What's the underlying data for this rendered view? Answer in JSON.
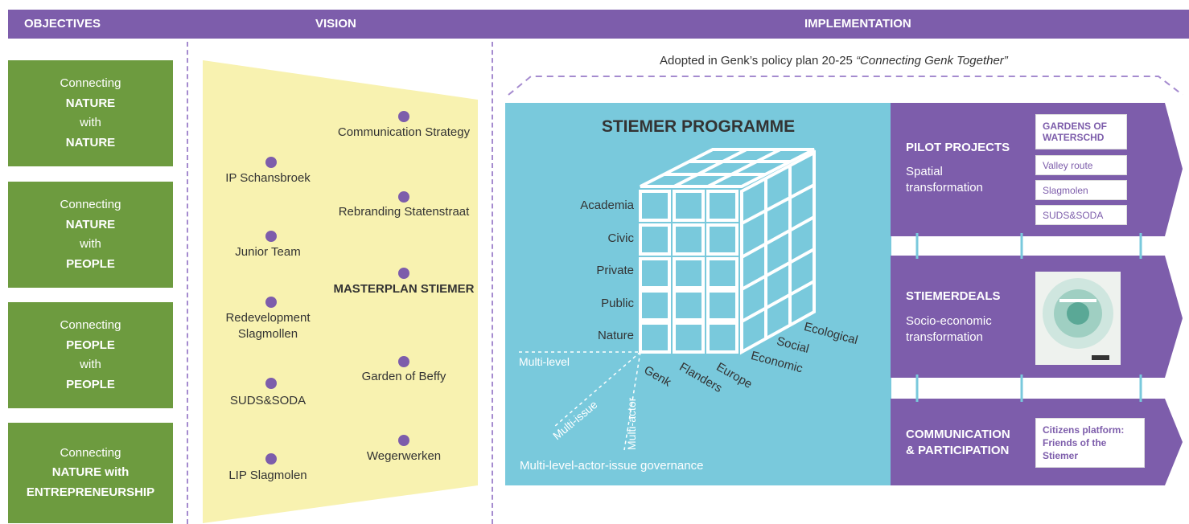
{
  "header": {
    "objectives": "OBJECTIVES",
    "vision": "VISION",
    "implementation": "IMPLEMENTATION"
  },
  "adopted": {
    "prefix": "Adopted in Genk’s policy plan 20-25 ",
    "quote": "“Connecting Genk Together”"
  },
  "objectives": [
    {
      "l1": "Connecting",
      "l2": "NATURE",
      "l3": "with",
      "l4": "NATURE"
    },
    {
      "l1": "Connecting",
      "l2": "NATURE",
      "l3": "with",
      "l4": "PEOPLE"
    },
    {
      "l1": "Connecting",
      "l2": "PEOPLE",
      "l3": "with",
      "l4": "PEOPLE"
    },
    {
      "l1": "Connecting",
      "l2": "NATURE with",
      "l3": "ENTREPRENEURSHIP"
    }
  ],
  "vision_left": [
    {
      "label": "IP Schansbroek"
    },
    {
      "label": "Junior Team"
    },
    {
      "label": "Redevelopment Slagmollen"
    },
    {
      "label": "SUDS&SODA"
    },
    {
      "label": "LIP Slagmolen"
    }
  ],
  "vision_right": [
    {
      "label": "Communication Strategy"
    },
    {
      "label": "Rebranding Statenstraat"
    },
    {
      "label": "MASTERPLAN STIEMER"
    },
    {
      "label": "Garden of Beffy"
    },
    {
      "label": "Wegerwerken"
    }
  ],
  "programme": {
    "title": "STIEMER PROGRAMME",
    "actors": [
      "Academia",
      "Civic",
      "Private",
      "Public",
      "Nature"
    ],
    "levels": [
      "Genk",
      "Flanders",
      "Europe"
    ],
    "issues": [
      "Economic",
      "Social",
      "Ecological"
    ],
    "gov_axes": [
      "Multi-level",
      "Multi-issue",
      "Multi-actor"
    ],
    "footer": "Multi-level-actor-issue governance"
  },
  "panels": {
    "pilot": {
      "title": "PILOT PROJECTS",
      "sub1": "Spatial",
      "sub2": "transformation",
      "tags": [
        "GARDENS OF WATERSCHD",
        "Valley route",
        "Slagmolen",
        "SUDS&SODA"
      ]
    },
    "deals": {
      "title": "STIEMERDEALS",
      "sub1": "Socio-economic",
      "sub2": "transformation"
    },
    "comm": {
      "title1": "COMMUNICATION",
      "title2": "& PARTICIPATION",
      "tag": "Citizens platform: Friends of the Stiemer"
    }
  },
  "colors": {
    "purple": "#7d5dab",
    "green": "#6d9b3f",
    "yellow": "#f8f2b0",
    "cyan": "#79c9dc"
  }
}
